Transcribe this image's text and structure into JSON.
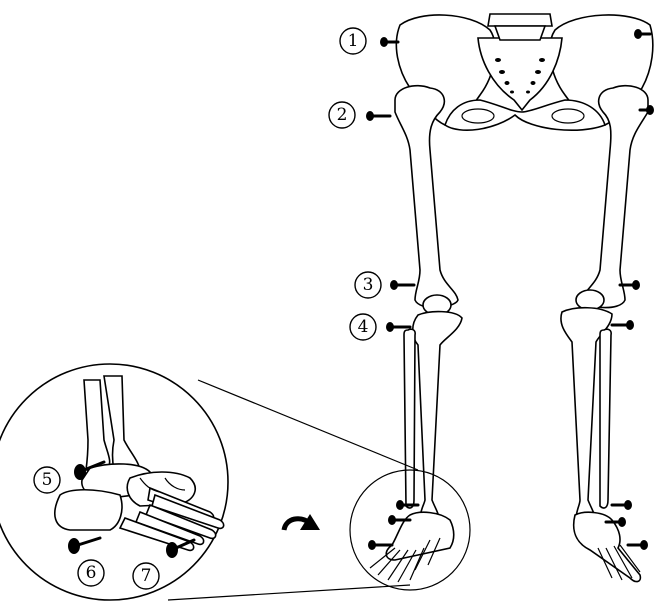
{
  "callouts": [
    {
      "id": 1,
      "label": "1"
    },
    {
      "id": 2,
      "label": "2"
    },
    {
      "id": 3,
      "label": "3"
    },
    {
      "id": 4,
      "label": "4"
    },
    {
      "id": 5,
      "label": "5"
    },
    {
      "id": 6,
      "label": "6"
    },
    {
      "id": 7,
      "label": "7"
    }
  ],
  "icons": {
    "rotate": "rotate-arrow-icon"
  },
  "colors": {
    "ink": "#000000",
    "paper": "#ffffff"
  }
}
